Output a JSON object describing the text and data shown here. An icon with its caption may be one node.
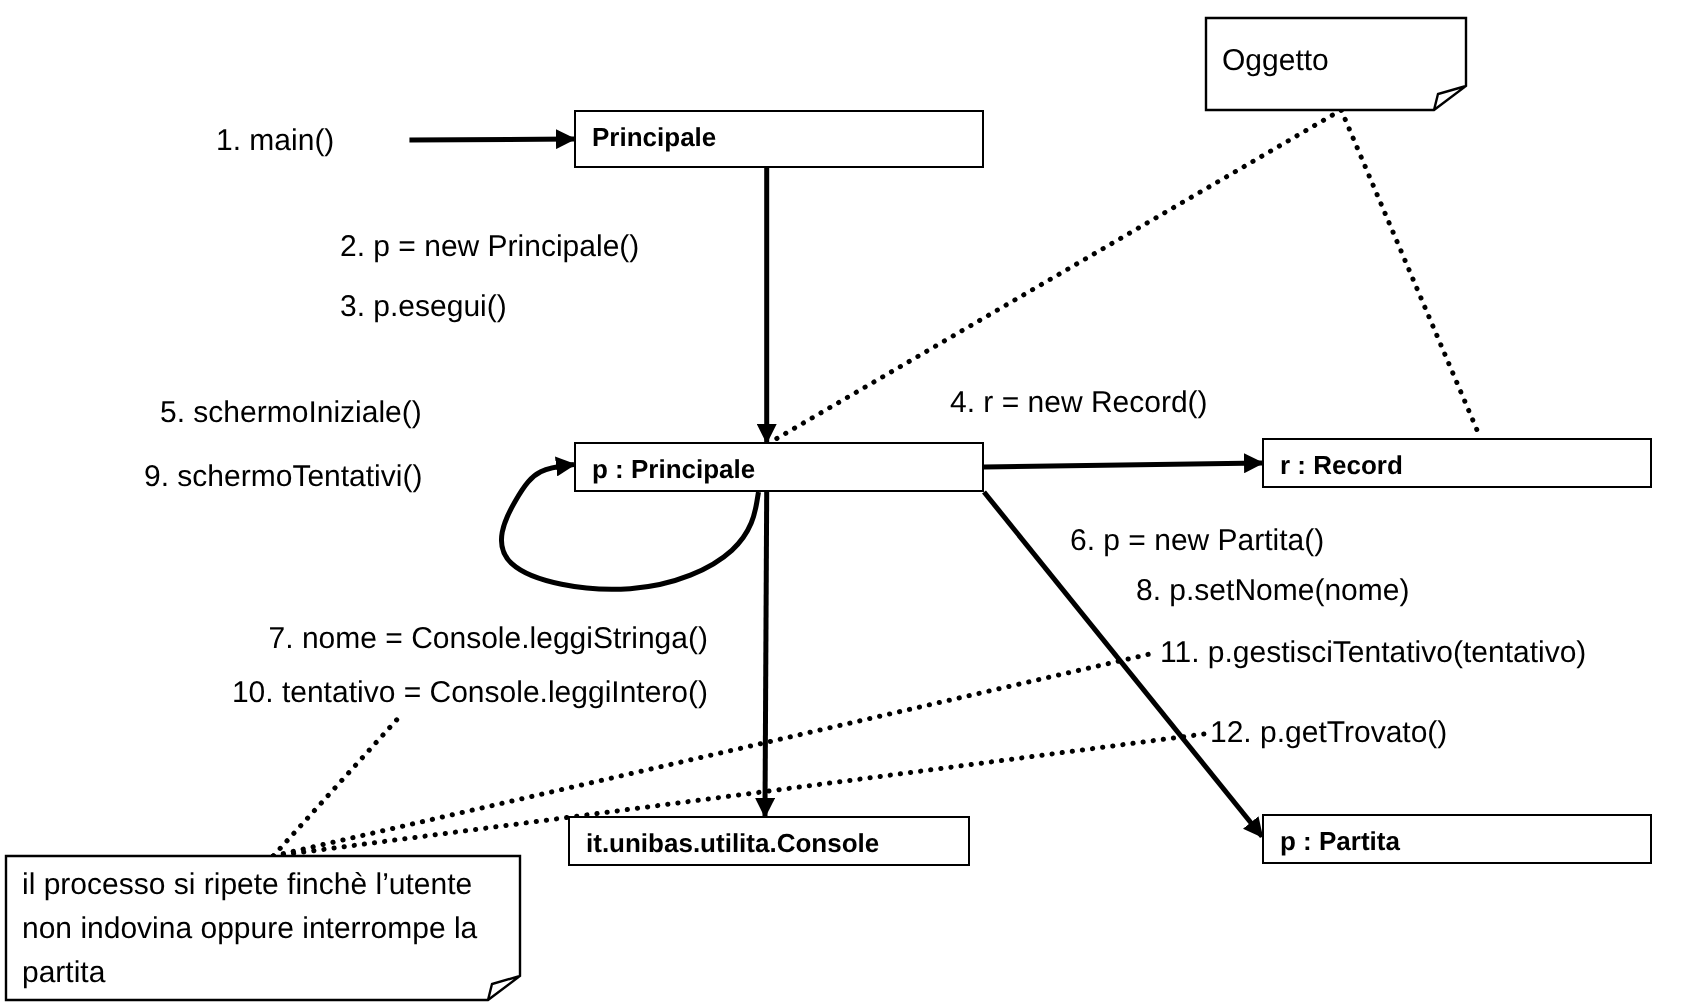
{
  "diagram": {
    "nodes": [
      {
        "text": [
          "1. main()"
        ]
      },
      {
        "text": [
          "Principale"
        ]
      },
      {
        "text": [
          "p : Principale"
        ]
      },
      {
        "text": [
          "r : Record"
        ]
      },
      {
        "text": [
          "it.unibas.utilita.Console"
        ]
      },
      {
        "text": [
          "p : Partita"
        ]
      },
      {
        "text": [
          "Oggetto"
        ]
      },
      {
        "text": [
          "il processo si ripete finchè l’utente non indovina oppure interrompe la partita"
        ]
      },
      {
        "text": [
          "7. nome = Console.leggiStringa()",
          "10. tentativo = Console.leggiIntero()"
        ]
      },
      {
        "text": [
          "11. p.gestisciTentativo(tentativo)"
        ]
      },
      {
        "text": [
          "12. p.getTrovato()"
        ]
      }
    ],
    "edges": [
      {
        "from": 0,
        "to": 1,
        "arrow": "to"
      },
      {
        "from": 1,
        "to": 2,
        "arrow": "to"
      },
      {
        "from": 2,
        "to": 2,
        "arrow": "to"
      },
      {
        "from": 2,
        "to": 3,
        "arrow": "to"
      },
      {
        "from": 2,
        "to": 4,
        "arrow": "to"
      },
      {
        "from": 2,
        "to": 5,
        "arrow": "to"
      },
      {
        "from": 6,
        "to": 2,
        "arrow": "none",
        "style": "dashed"
      },
      {
        "from": 6,
        "to": 3,
        "arrow": "none",
        "style": "dashed"
      },
      {
        "from": 7,
        "to": 8,
        "arrow": "none",
        "style": "dashed"
      },
      {
        "from": 7,
        "to": 9,
        "arrow": "none",
        "style": "dashed"
      },
      {
        "from": 7,
        "to": 10,
        "arrow": "none",
        "style": "dashed"
      }
    ],
    "labels": [
      "2. p = new Principale()",
      "3. p.esegui()",
      "5. schermoIniziale()",
      "9. schermoTentativi()",
      "4. r = new Record()",
      "6. p = new Partita()",
      "8. p.setNome(nome)"
    ]
  }
}
